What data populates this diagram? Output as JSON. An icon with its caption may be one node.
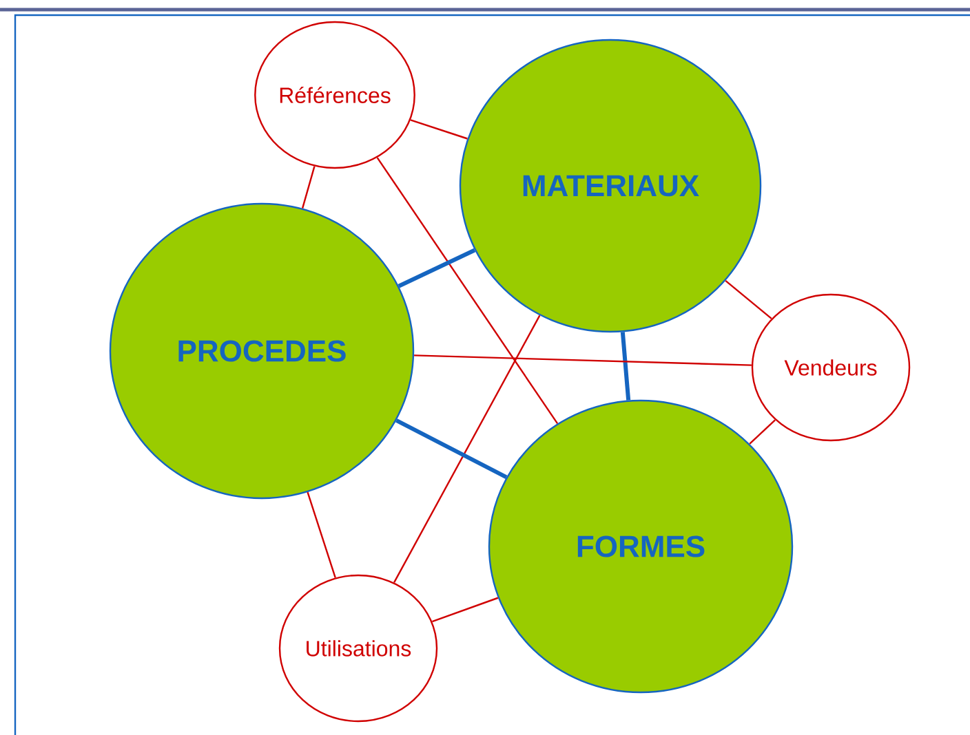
{
  "diagram": {
    "nodes": [
      {
        "text": [
          "Références"
        ]
      },
      {
        "text": [
          "MATERIAUX"
        ]
      },
      {
        "text": [
          "PROCEDES"
        ]
      },
      {
        "text": [
          "Vendeurs"
        ]
      },
      {
        "text": [
          "FORMES"
        ]
      },
      {
        "text": [
          "Utilisations"
        ]
      }
    ],
    "edges": [
      {
        "from": 0,
        "to": 1,
        "arrow": "none"
      },
      {
        "from": 0,
        "to": 2,
        "arrow": "none"
      },
      {
        "from": 0,
        "to": 4,
        "arrow": "none"
      },
      {
        "from": 1,
        "to": 2,
        "arrow": "none",
        "style": "thick",
        "color": "#1565c0"
      },
      {
        "from": 1,
        "to": 4,
        "arrow": "none",
        "style": "thick",
        "color": "#1565c0"
      },
      {
        "from": 1,
        "to": 3,
        "arrow": "none"
      },
      {
        "from": 1,
        "to": 5,
        "arrow": "none"
      },
      {
        "from": 2,
        "to": 3,
        "arrow": "none"
      },
      {
        "from": 2,
        "to": 4,
        "arrow": "none",
        "style": "thick",
        "color": "#1565c0"
      },
      {
        "from": 2,
        "to": 5,
        "arrow": "none"
      },
      {
        "from": 3,
        "to": 4,
        "arrow": "none"
      },
      {
        "from": 5,
        "to": 4,
        "arrow": "none"
      }
    ]
  }
}
